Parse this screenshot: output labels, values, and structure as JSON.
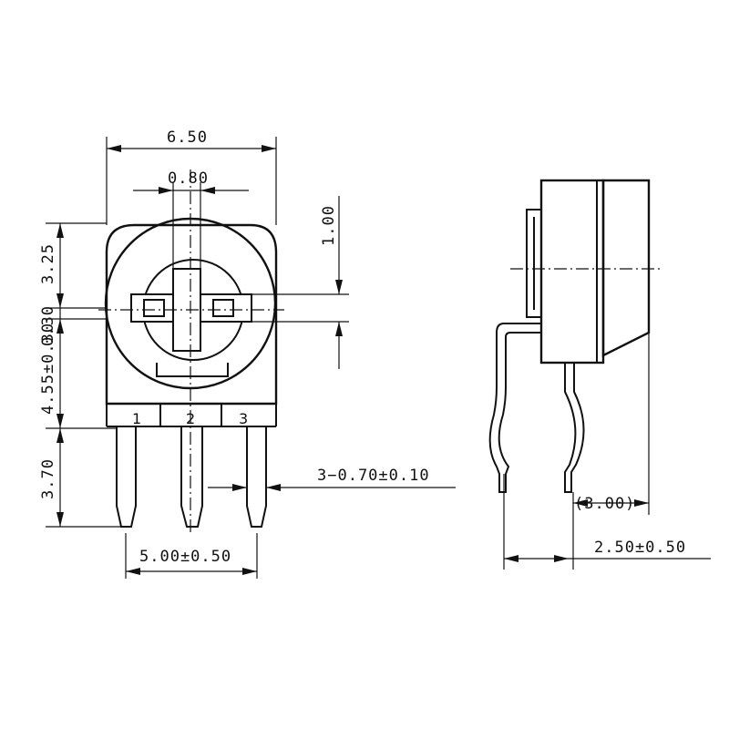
{
  "front_view": {
    "dim_width": "6.50",
    "dim_shaft": "0.80",
    "dim_offset": "1.00",
    "dim_top": "3.25",
    "dim_slot": "0.30",
    "dim_body_low": "4.55±0.30",
    "dim_pin_length": "3.70",
    "dim_pin_pitch": "5.00±0.50",
    "dim_pin_width": "3−0.70±0.10",
    "pin_labels": [
      "1",
      "2",
      "3"
    ]
  },
  "side_view": {
    "dim_depth": "(3.00)",
    "dim_lead_offset": "2.50±0.50"
  }
}
